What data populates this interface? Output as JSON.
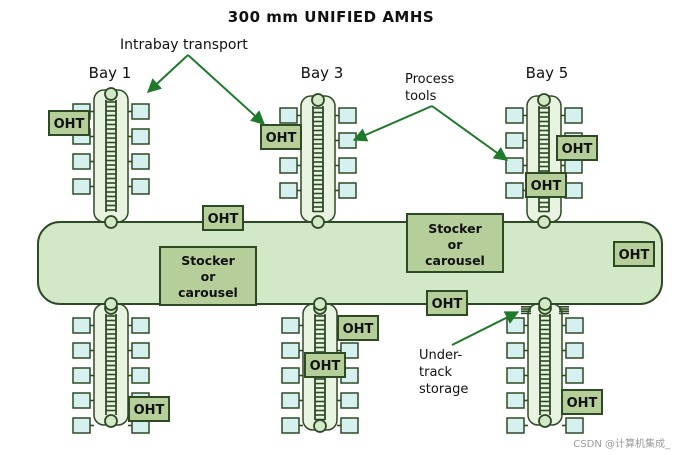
{
  "title": "300 mm UNIFIED AMHS",
  "bays": [
    "Bay 1",
    "Bay 3",
    "Bay 5"
  ],
  "annotations": {
    "intrabay": "Intrabay transport",
    "process_line1": "Process",
    "process_line2": "tools",
    "under_line1": "Under-",
    "under_line2": "track",
    "under_line3": "storage"
  },
  "oht_label": "OHT",
  "stocker": {
    "line1": "Stocker",
    "line2": "or",
    "line3": "carousel"
  },
  "credit": "CSDN @计算机集成_",
  "colors": {
    "rail": "#d3e8c7",
    "oht": "#b6cf9a",
    "tool": "#d6f0ef",
    "outline": "#2d4a24",
    "arrow": "#1e7a2a"
  }
}
